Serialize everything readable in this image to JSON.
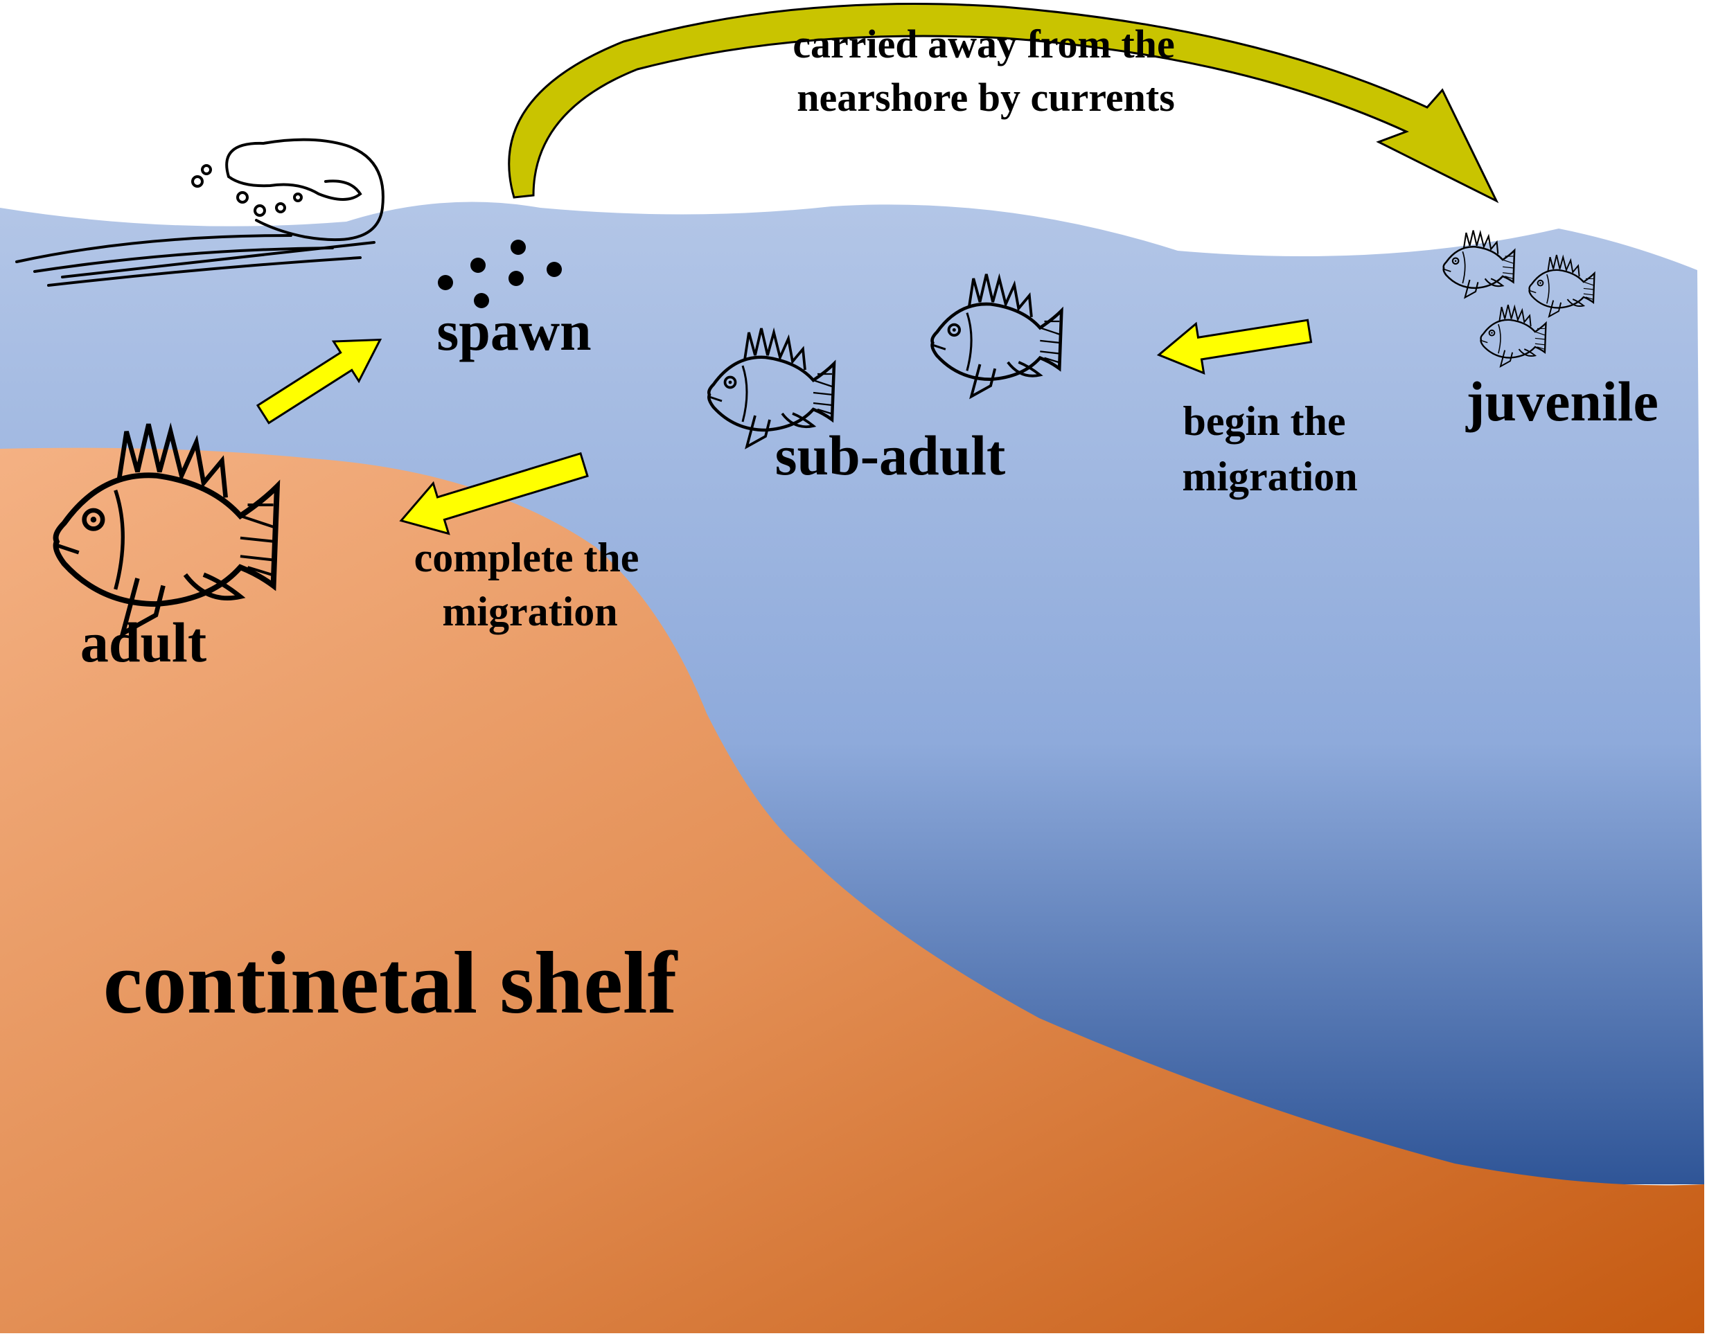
{
  "diagram": {
    "arc_caption": {
      "line1": "carried away from the",
      "line2": "nearshore by currents"
    },
    "labels": {
      "spawn": "spawn",
      "juvenile": "juvenile",
      "sub_adult": "sub-adult",
      "adult": "adult",
      "begin": {
        "line1": "begin the",
        "line2": "migration"
      },
      "complete": {
        "line1": "complete the",
        "line2": "migration"
      },
      "shelf": "continetal shelf"
    },
    "colors": {
      "water_top": "#b3c6e7",
      "water_mid": "#8eaadb",
      "water_deep": "#2f5597",
      "shelf_light": "#f4b183",
      "shelf_dark": "#c55a11",
      "arrow_fill": "#ffff00",
      "arc_arrow_fill": "#c9c400"
    }
  }
}
